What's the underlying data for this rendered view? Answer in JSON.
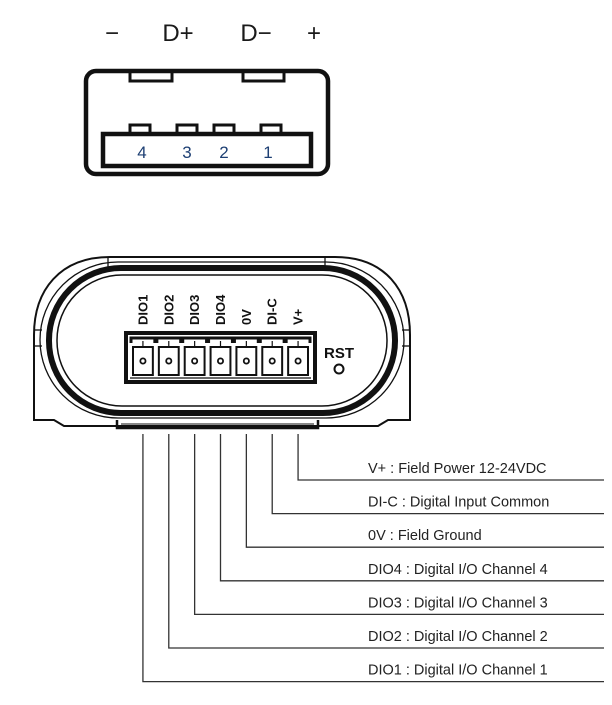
{
  "usb_connector": {
    "signals": [
      "−",
      "D+",
      "D−",
      "+"
    ],
    "pin_numbers": [
      "4",
      "3",
      "2",
      "1"
    ]
  },
  "terminal_block": {
    "terminals": [
      "DIO1",
      "DIO2",
      "DIO3",
      "DIO4",
      "0V",
      "DI-C",
      "V+"
    ],
    "reset_label": "RST"
  },
  "pin_descriptions": [
    "V+ : Field Power 12-24VDC",
    "DI-C : Digital Input Common",
    "0V : Field Ground",
    "DIO4 : Digital I/O Channel 4",
    "DIO3 : Digital I/O Channel 3",
    "DIO2 : Digital I/O Channel 2",
    "DIO1 : Digital I/O Channel 1"
  ],
  "colors": {
    "line": "#111111",
    "pin_number": "#1d3f73"
  }
}
